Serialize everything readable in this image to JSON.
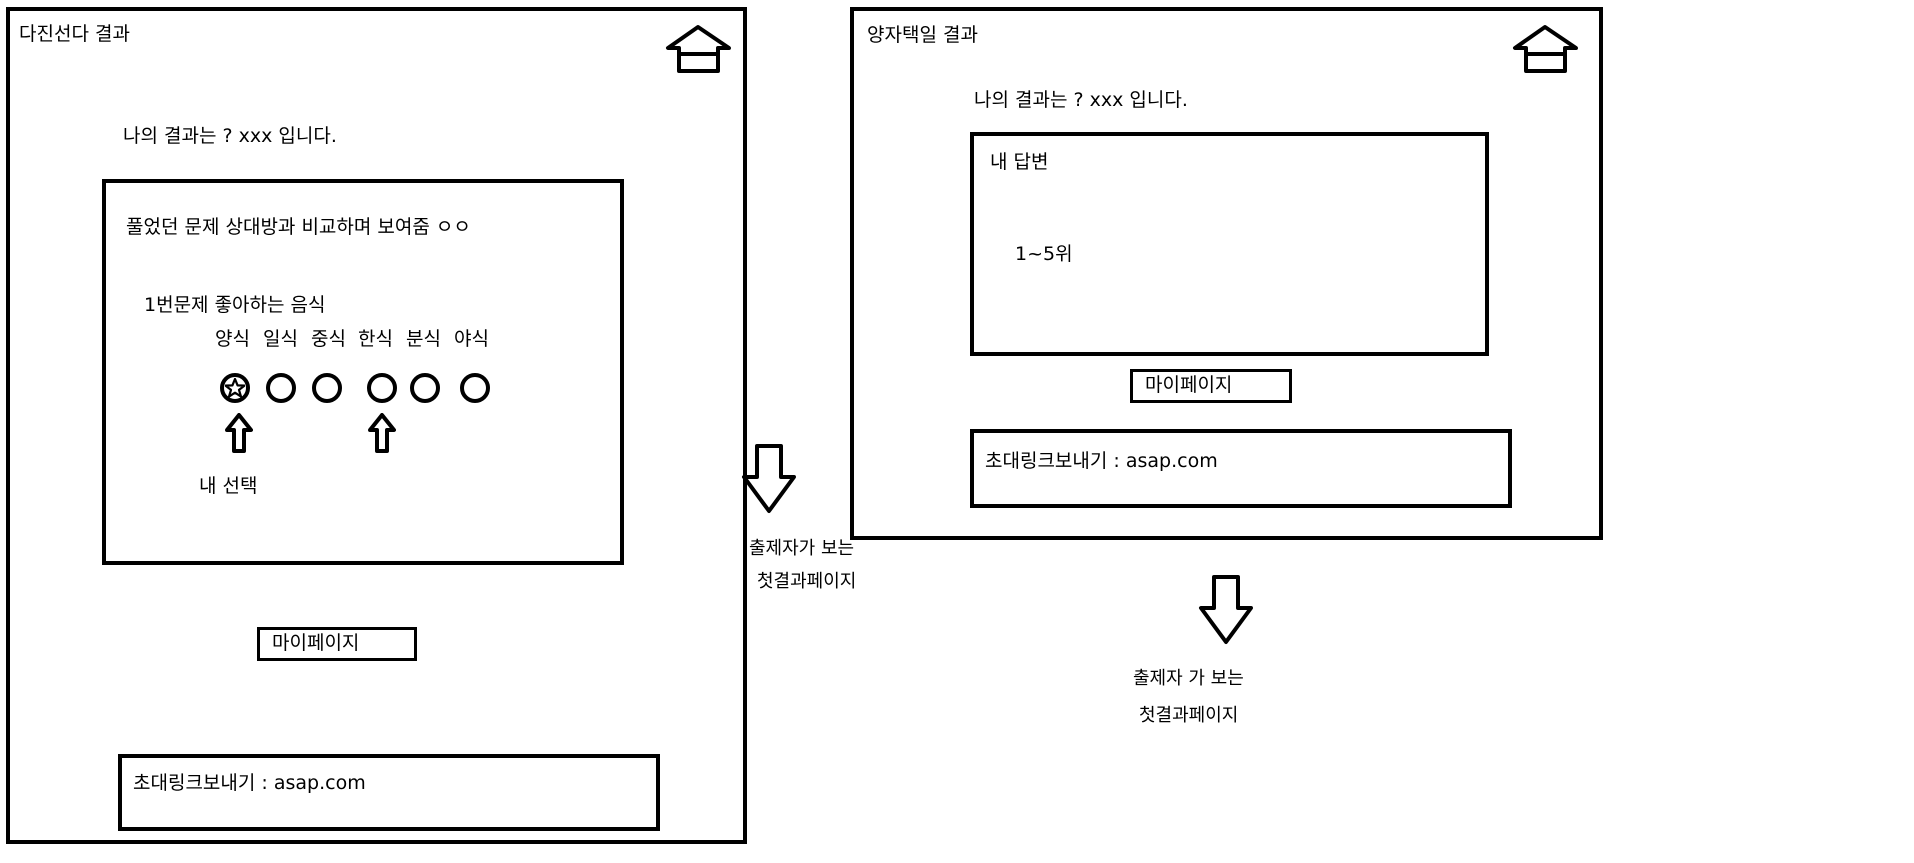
{
  "left_screen": {
    "title": "다진선다 결과",
    "result_line": "나의 결과는 ? xxx 입니다.",
    "compare_box": {
      "heading": "풀었던 문제 상대방과 비교하며 보여줌 ㅇㅇ",
      "question": "1번문제 좋아하는 음식",
      "options": [
        "양식",
        "일식",
        "중식",
        "한식",
        "분식",
        "야식"
      ],
      "selected_index": 0,
      "arrow_indices": [
        0,
        3
      ],
      "my_choice_label": "내 선택"
    },
    "mypage_button": "마이페이지",
    "invite_link": "초대링크보내기 : asap.com"
  },
  "left_flow_note": {
    "line1": "출제자가 보는",
    "line2": "첫결과페이지"
  },
  "right_screen": {
    "title": "양자택일 결과",
    "result_line": "나의 결과는 ? xxx 입니다.",
    "answer_box": {
      "heading": "내 답변",
      "rank": "1~5위"
    },
    "mypage_button": "마이페이지",
    "invite_link": "초대링크보내기 : asap.com"
  },
  "right_flow_note": {
    "line1": "출제자 가 보는",
    "line2": "첫결과페이지"
  },
  "icons": {
    "home": "home-icon",
    "down_arrow": "down-arrow-icon",
    "up_arrow": "up-arrow-icon",
    "selected_mark": "star-icon"
  }
}
